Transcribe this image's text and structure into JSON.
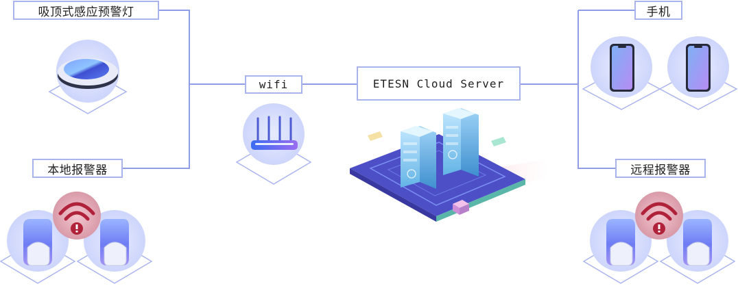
{
  "labels": {
    "ceiling_light": "吸顶式感应预警灯",
    "local_alarm": "本地报警器",
    "wifi": "wifi",
    "cloud_server": "ETESN Cloud Server",
    "phone": "手机",
    "remote_alarm": "远程报警器"
  },
  "colors": {
    "connector": "#8e9ce8",
    "label_border": "#a9b4ec",
    "diamond": "#aab4ee",
    "alarm_red": "#b0213a",
    "server_floor": "#4d4fc6"
  },
  "icons": [
    "ceiling-light-icon",
    "router-icon",
    "cloud-server-icon",
    "phone-icon",
    "alarm-device-icon",
    "wifi-alert-icon"
  ]
}
